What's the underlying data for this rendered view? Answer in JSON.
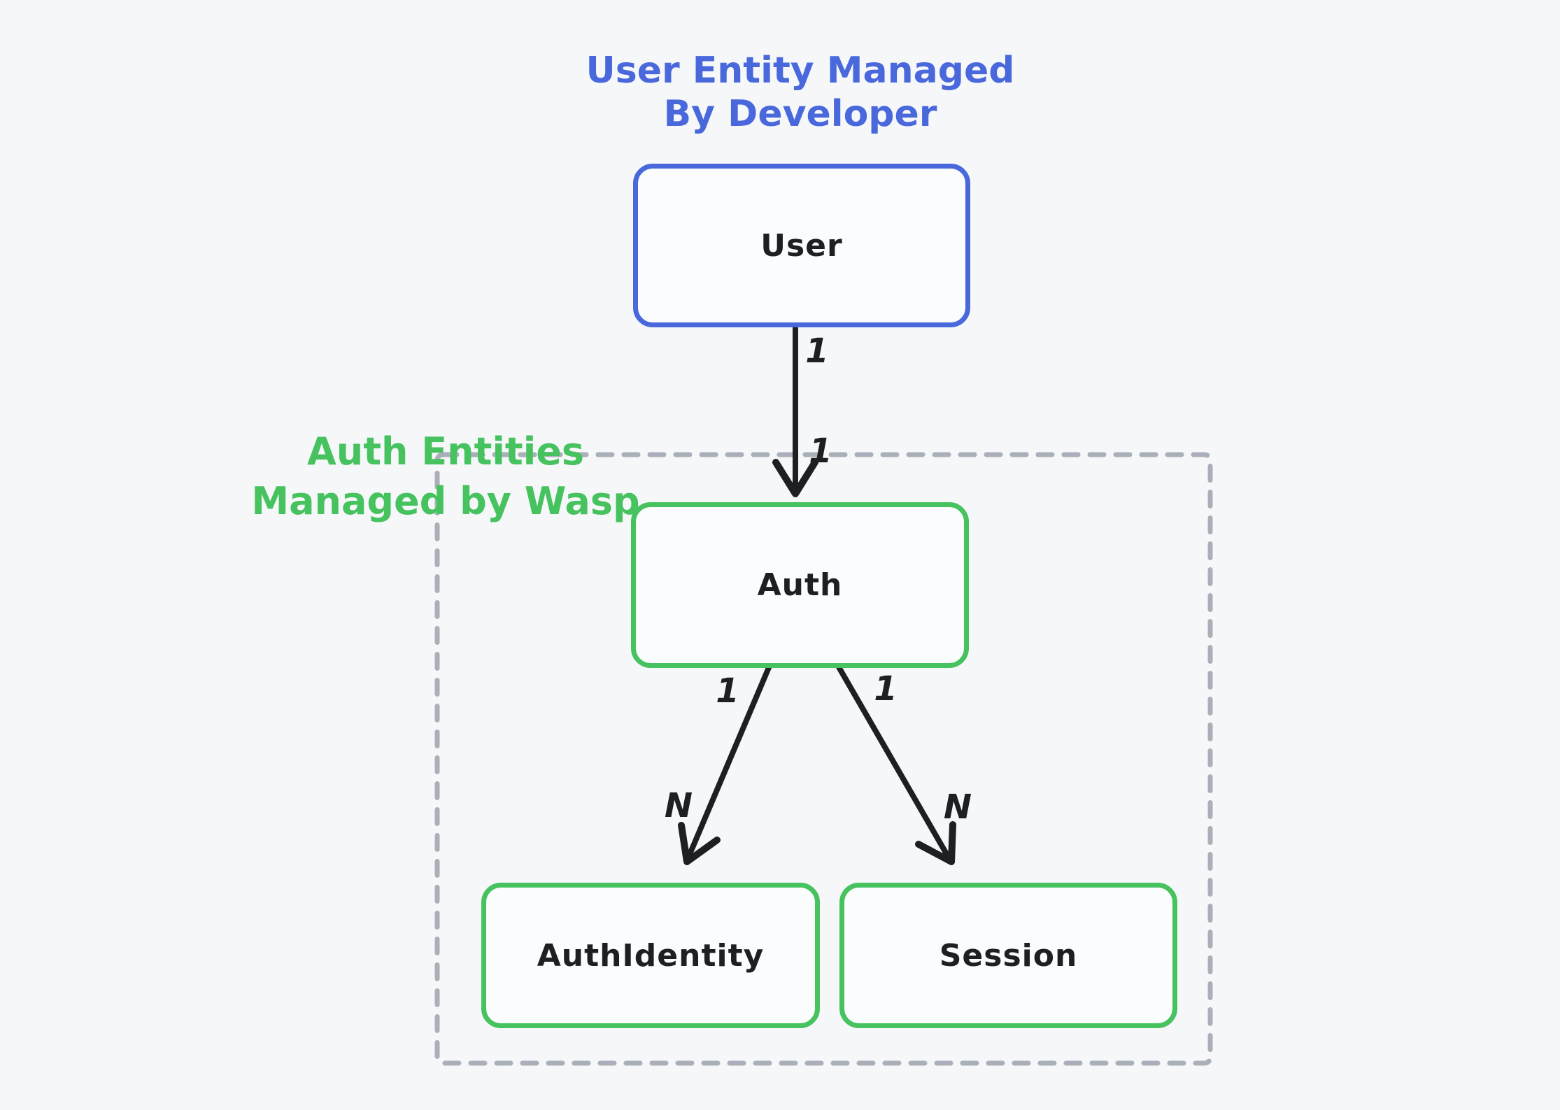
{
  "colors": {
    "bg": "#f6f7f9",
    "box_fill": "#fbfcfd",
    "blue": "#4968dc",
    "green": "#46c25f",
    "ink": "#1e1f22",
    "dash": "#a9b0b9"
  },
  "annotations": {
    "user_title": {
      "line1": "User Entity Managed",
      "line2": "By Developer"
    },
    "wasp_label": {
      "line1": "Auth Entities",
      "line2": "Managed by Wasp"
    }
  },
  "nodes": {
    "user": {
      "label": "User"
    },
    "auth": {
      "label": "Auth"
    },
    "auth_identity": {
      "label": "AuthIdentity"
    },
    "session": {
      "label": "Session"
    }
  },
  "edges": {
    "user_auth": {
      "label_near_user": "1",
      "label_near_auth": "1"
    },
    "auth_auth_identity": {
      "label_near_auth": "1",
      "label_near_auth_identity": "N"
    },
    "auth_session": {
      "label_near_auth": "1",
      "label_near_session": "N"
    }
  }
}
